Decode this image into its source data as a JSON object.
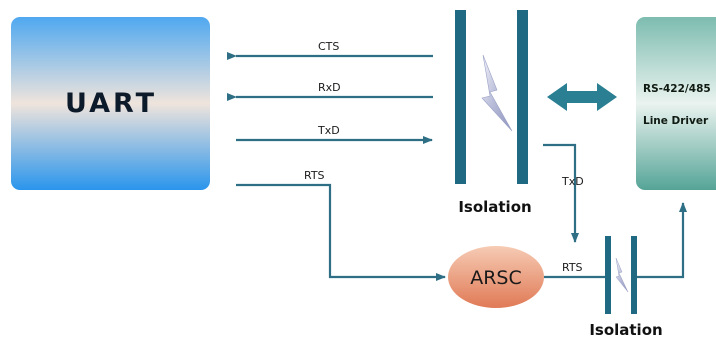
{
  "uart": {
    "label": "UART"
  },
  "signals": {
    "cts": "CTS",
    "rxd": "RxD",
    "txd": "TxD",
    "rts": "RTS",
    "txd_down": "TxD",
    "rts_arsc": "RTS"
  },
  "isolation": {
    "main_label": "Isolation",
    "small_label": "Isolation"
  },
  "arsc": {
    "label": "ARSC"
  },
  "driver": {
    "line1": "RS-422/485",
    "line2": "Line Driver"
  },
  "colors": {
    "line": "#2e6f86",
    "isolation_bar": "#1f6a82",
    "uart_top": "#4fa8f0",
    "uart_mid": "#efe4dc",
    "uart_bottom": "#2a95ec",
    "arsc_top": "#f6cbb4",
    "arsc_bottom": "#e07a56",
    "driver_top": "#9fcfc4",
    "driver_bottom": "#4f9f92"
  }
}
